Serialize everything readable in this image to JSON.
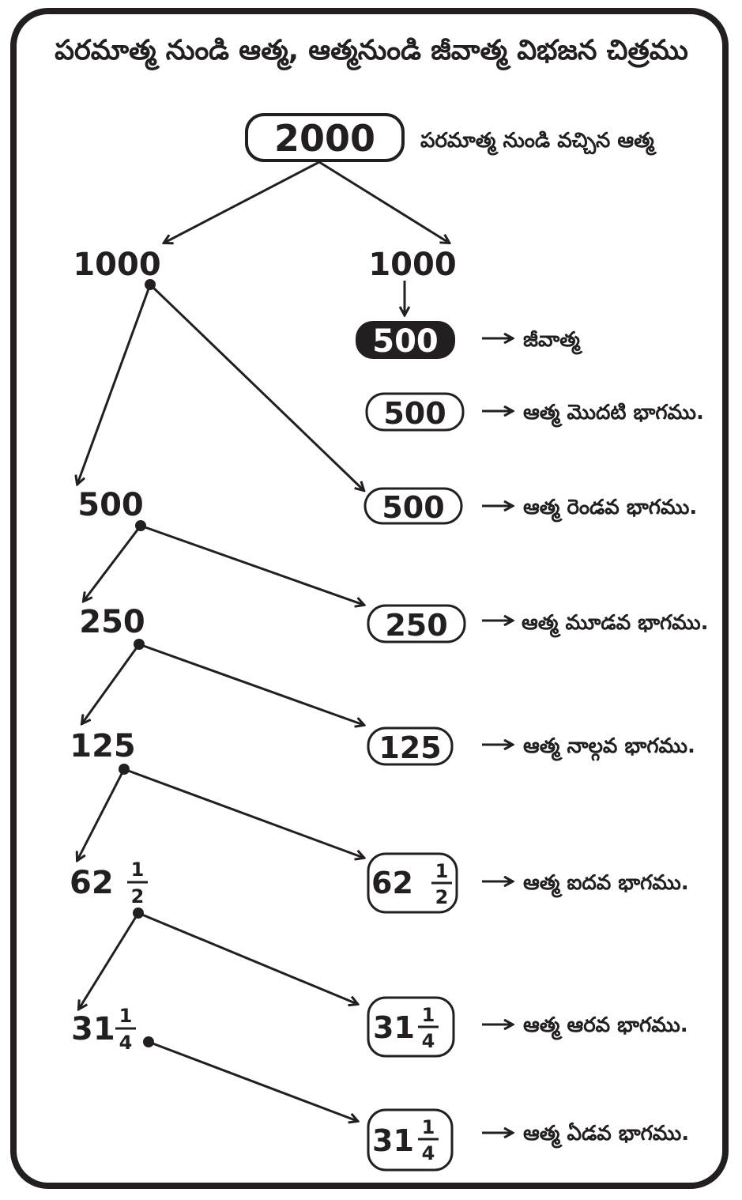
{
  "title": "పరమాత్మ నుండి ఆత్మ, ఆత్మనుండి జీవాత్మ విభజన చిత్రము",
  "root": {
    "value": "2000",
    "label": "పరమాత్మ నుండి వచ్చిన ఆత్మ"
  },
  "split": {
    "left": "1000",
    "right": "1000"
  },
  "jeevatma": {
    "value": "500",
    "label": "జీవాత్మ"
  },
  "left_chain": {
    "n1000": "1000",
    "n500": "500",
    "n250": "250",
    "n125": "125",
    "n62": {
      "whole": "62",
      "num": "1",
      "den": "2"
    },
    "n31": {
      "whole": "31",
      "num": "1",
      "den": "4"
    }
  },
  "parts": [
    {
      "value": "500",
      "label": "ఆత్మ మొదటి భాగము."
    },
    {
      "value": "500",
      "label": "ఆత్మ రెండవ భాగము."
    },
    {
      "value": "250",
      "label": "ఆత్మ మూడవ భాగము."
    },
    {
      "value": "125",
      "label": "ఆత్మ నాల్గవ భాగము."
    },
    {
      "whole": "62",
      "num": "1",
      "den": "2",
      "label": "ఆత్మ ఐదవ భాగము."
    },
    {
      "whole": "31",
      "num": "1",
      "den": "4",
      "label": "ఆత్మ ఆరవ భాగము."
    },
    {
      "whole": "31",
      "num": "1",
      "den": "4",
      "label": "ఆత్మ ఏడవ భాగము."
    }
  ]
}
